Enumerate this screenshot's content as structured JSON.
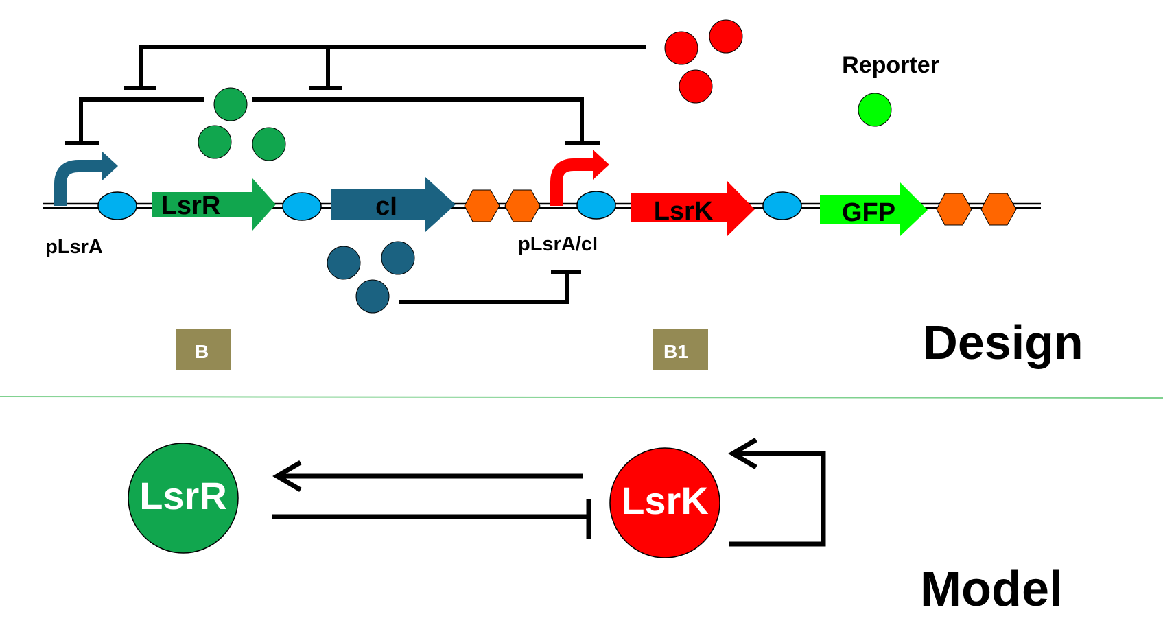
{
  "design": {
    "title": "Design",
    "reporter_label": "Reporter",
    "promoters": [
      {
        "id": "pLsrA",
        "label": "pLsrA",
        "color": "#1b6281"
      },
      {
        "id": "pLsrA_cI",
        "label": "pLsrA/cI",
        "color": "#ff0000"
      }
    ],
    "genes": [
      {
        "id": "LsrR",
        "label": "LsrR",
        "color": "#11a64e"
      },
      {
        "id": "cI",
        "label": "cI",
        "color": "#1b6281"
      },
      {
        "id": "LsrK",
        "label": "LsrK",
        "color": "#ff0000"
      },
      {
        "id": "GFP",
        "label": "GFP",
        "color": "#00ff00"
      }
    ],
    "boxes": [
      {
        "id": "B",
        "label": "B"
      },
      {
        "id": "B1",
        "label": "B1"
      }
    ],
    "colors": {
      "rbs": "#00b0f0",
      "terminator": "#ff6600",
      "lsrr_protein": "#11a64e",
      "ci_protein": "#1b6281",
      "lsrk_protein": "#ff0000",
      "reporter_protein": "#00ff00",
      "box": "#948a54",
      "divider": "#7fd18f"
    }
  },
  "model": {
    "title": "Model",
    "nodes": [
      {
        "id": "LsrR",
        "label": "LsrR",
        "color": "#11a64e"
      },
      {
        "id": "LsrK",
        "label": "LsrK",
        "color": "#ff0000"
      }
    ]
  }
}
